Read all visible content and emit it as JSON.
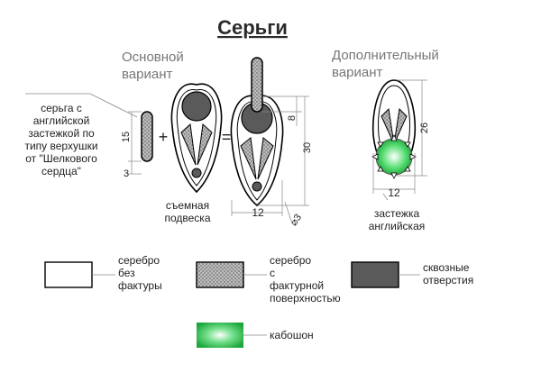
{
  "title": "Серьги",
  "main_variant": {
    "line1": "Основной",
    "line2": "вариант"
  },
  "alt_variant": {
    "line1": "Дополнительный",
    "line2": "вариант"
  },
  "left_note": [
    "серьга с",
    "английской",
    "застежкой по",
    "типу верхушки",
    "от \"Шелкового",
    "сердца\""
  ],
  "plus_sign": "+",
  "equals_sign": "=",
  "pendant_label": [
    "съемная",
    "подвеска"
  ],
  "clasp_label": [
    "застежка",
    "английская"
  ],
  "dims": {
    "ear_height": "15",
    "ear_bottom": "3",
    "top_gap": "8",
    "total_height": "30",
    "width": "12",
    "hole_dia": "⌀3",
    "alt_height": "26",
    "alt_width": "12"
  },
  "legend": [
    {
      "label": [
        "серебро",
        "без",
        "фактуры"
      ],
      "kind": "plain"
    },
    {
      "label": [
        "серебро",
        "с",
        "фактурной",
        "поверхностью"
      ],
      "kind": "textured"
    },
    {
      "label": [
        "сквозные",
        "отверстия"
      ],
      "kind": "holes"
    },
    {
      "label": [
        "кабошон"
      ],
      "kind": "cabochon"
    }
  ],
  "colors": {
    "hole": "#5a5a5a",
    "outline": "#000000",
    "cabochon": "#2ec44a",
    "texture": "#9a9a9a"
  }
}
